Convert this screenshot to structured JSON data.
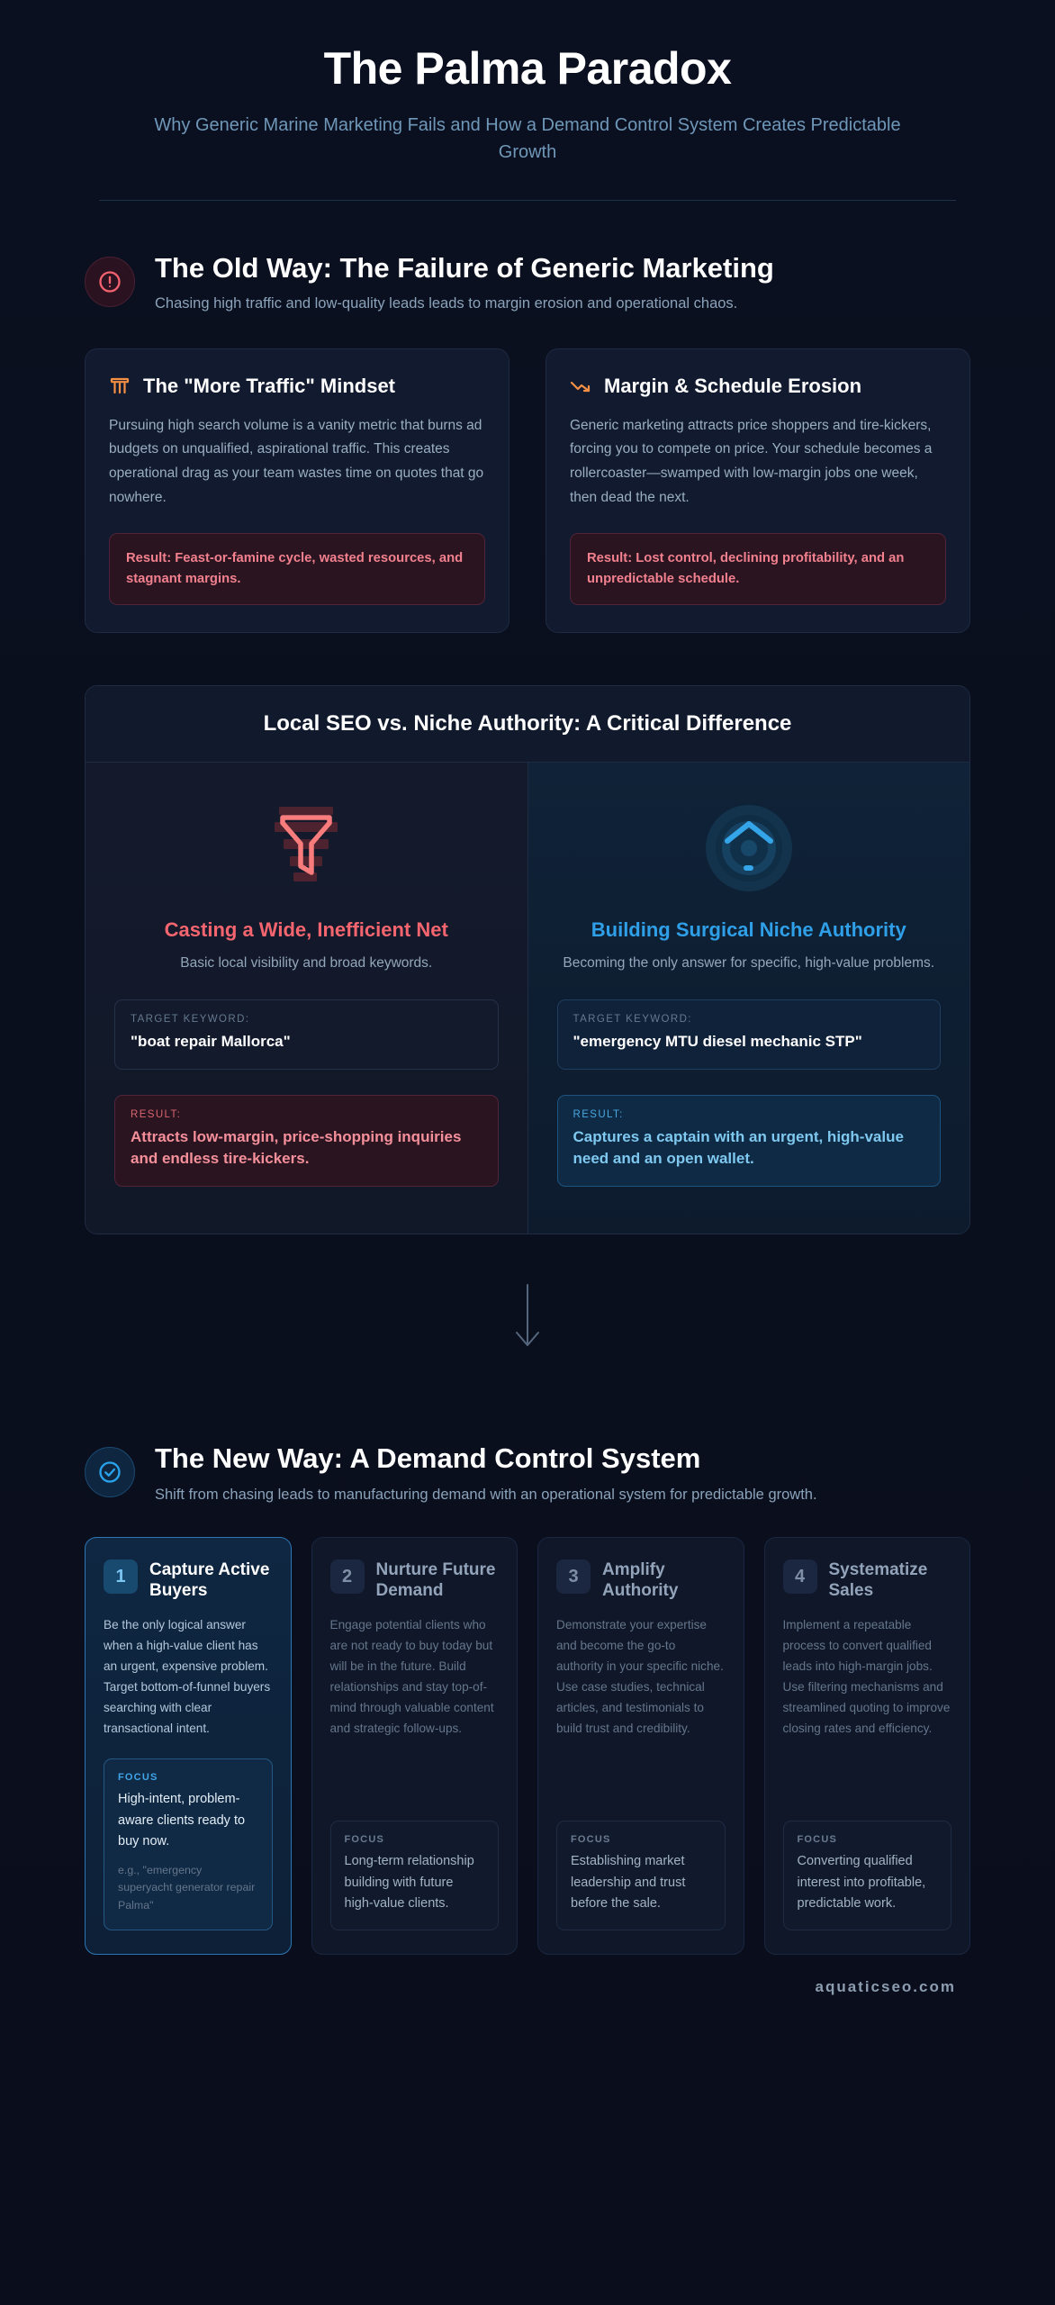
{
  "header": {
    "title": "The Palma Paradox",
    "subtitle": "Why Generic Marine Marketing Fails and How a Demand Control System Creates Predictable Growth"
  },
  "old_way": {
    "badge_icon": "alert-circle-icon",
    "heading": "The Old Way: The Failure of Generic Marketing",
    "subheading": "Chasing high traffic and low-quality leads leads to margin erosion and operational chaos.",
    "cards": [
      {
        "icon": "bar-chart-icon",
        "title": "The \"More Traffic\" Mindset",
        "body": "Pursuing high search volume is a vanity metric that burns ad budgets on unqualified, aspirational traffic. This creates operational drag as your team wastes time on quotes that go nowhere.",
        "result": "Result: Feast-or-famine cycle, wasted resources, and stagnant margins."
      },
      {
        "icon": "trending-down-icon",
        "title": "Margin & Schedule Erosion",
        "body": "Generic marketing attracts price shoppers and tire-kickers, forcing you to compete on price. Your schedule becomes a rollercoaster—swamped with low-margin jobs one week, then dead the next.",
        "result": "Result: Lost control, declining profitability, and an unpredictable schedule."
      }
    ]
  },
  "compare": {
    "title": "Local SEO vs. Niche Authority: A Critical Difference",
    "left": {
      "icon": "funnel-icon",
      "title": "Casting a Wide, Inefficient Net",
      "subtitle": "Basic local visibility and broad keywords.",
      "keyword_label": "TARGET KEYWORD:",
      "keyword_value": "\"boat repair Mallorca\"",
      "result_label": "RESULT:",
      "result_value": "Attracts low-margin, price-shopping inquiries and endless tire-kickers."
    },
    "right": {
      "icon": "radar-target-icon",
      "title": "Building Surgical Niche Authority",
      "subtitle": "Becoming the only answer for specific, high-value problems.",
      "keyword_label": "TARGET KEYWORD:",
      "keyword_value": "\"emergency MTU diesel mechanic STP\"",
      "result_label": "RESULT:",
      "result_value": "Captures a captain with an urgent, high-value need and an open wallet."
    }
  },
  "transition": {
    "icon": "arrow-down-icon"
  },
  "new_way": {
    "badge_icon": "check-circle-icon",
    "heading": "The New Way: A Demand Control System",
    "subheading": "Shift from chasing leads to manufacturing demand with an operational system for predictable growth.",
    "steps": [
      {
        "number": "1",
        "title": "Capture Active Buyers",
        "description": "Be the only logical answer when a high-value client has an urgent, expensive problem. Target bottom-of-funnel buyers searching with clear transactional intent.",
        "focus_label": "FOCUS",
        "focus_text": "High-intent, problem-aware clients ready to buy now.",
        "example": "e.g., \"emergency superyacht generator repair Palma\"",
        "active": true
      },
      {
        "number": "2",
        "title": "Nurture Future Demand",
        "description": "Engage potential clients who are not ready to buy today but will be in the future. Build relationships and stay top-of-mind through valuable content and strategic follow-ups.",
        "focus_label": "FOCUS",
        "focus_text": "Long-term relationship building with future high-value clients.",
        "example": "",
        "active": false
      },
      {
        "number": "3",
        "title": "Amplify Authority",
        "description": "Demonstrate your expertise and become the go-to authority in your specific niche. Use case studies, technical articles, and testimonials to build trust and credibility.",
        "focus_label": "FOCUS",
        "focus_text": "Establishing market leadership and trust before the sale.",
        "example": "",
        "active": false
      },
      {
        "number": "4",
        "title": "Systematize Sales",
        "description": "Implement a repeatable process to convert qualified leads into high-margin jobs. Use filtering mechanisms and streamlined quoting to improve closing rates and efficiency.",
        "focus_label": "FOCUS",
        "focus_text": "Converting qualified interest into profitable, predictable work.",
        "example": "",
        "active": false
      }
    ]
  },
  "footer": {
    "brand": "aquaticseo.com"
  },
  "colors": {
    "background": "#0a0f1e",
    "accent_red": "#f5656f",
    "accent_blue": "#2f9fe8",
    "accent_orange": "#f59045",
    "text_muted": "#8ba3ba"
  }
}
